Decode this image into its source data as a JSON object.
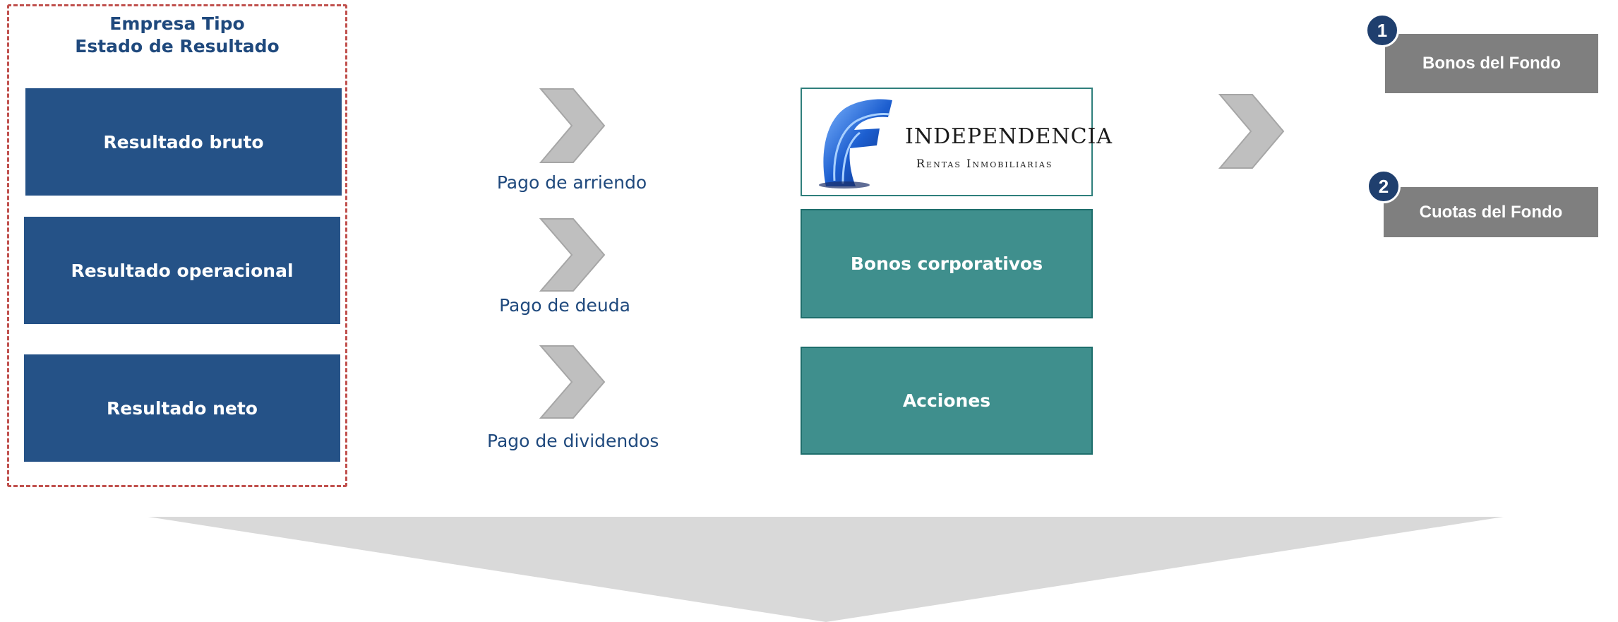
{
  "left_panel": {
    "title_line1": "Empresa Tipo",
    "title_line2": "Estado de Resultado",
    "items": [
      {
        "label": "Resultado bruto"
      },
      {
        "label": "Resultado operacional"
      },
      {
        "label": "Resultado neto"
      }
    ]
  },
  "flows": [
    {
      "label": "Pago de arriendo"
    },
    {
      "label": "Pago de deuda"
    },
    {
      "label": "Pago de dividendos"
    }
  ],
  "middle": {
    "logo_title": "Independencia",
    "logo_subtitle": "Rentas Inmobiliarias",
    "boxes": [
      {
        "label": "Bonos corporativos"
      },
      {
        "label": "Acciones"
      }
    ]
  },
  "right": {
    "items": [
      {
        "number": "1",
        "label": "Bonos del Fondo"
      },
      {
        "number": "2",
        "label": "Cuotas del Fondo"
      }
    ]
  },
  "colors": {
    "navy": "#255287",
    "teal": "#3f8f8d",
    "grey": "#7f7f7f",
    "chevron": "#bfbfbf",
    "dashed_border": "#c0504d",
    "label_text": "#1f497d"
  },
  "icons": [
    "chevron-right-icon",
    "independencia-logo-icon",
    "down-arrow-icon"
  ]
}
